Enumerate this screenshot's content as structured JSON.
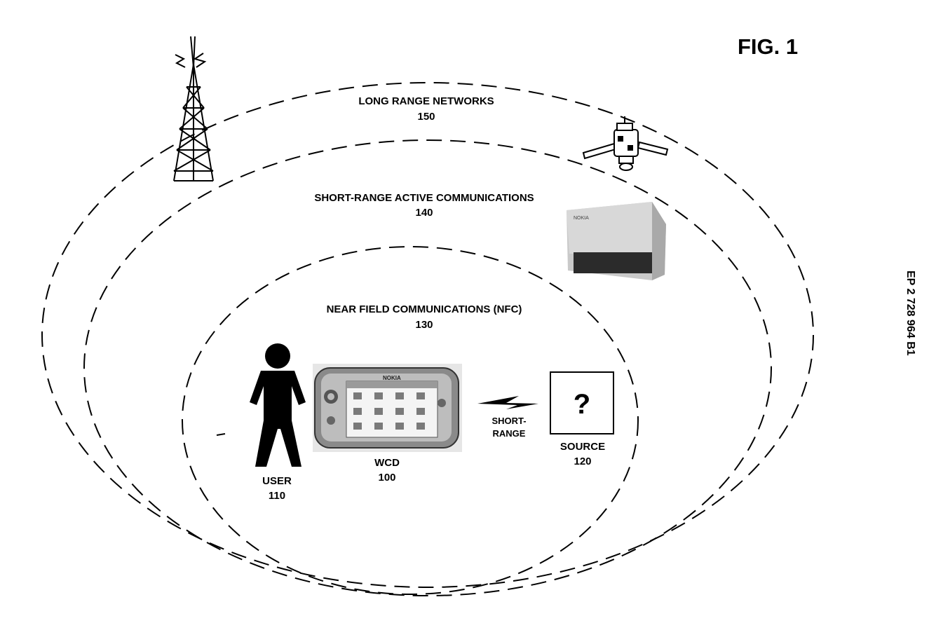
{
  "figure_label": "FIG. 1",
  "patent_number": "EP 2 728 964 B1",
  "zones": {
    "long_range": {
      "title": "LONG RANGE NETWORKS",
      "ref": "150"
    },
    "short_range": {
      "title": "SHORT-RANGE ACTIVE COMMUNICATIONS",
      "ref": "140"
    },
    "nfc": {
      "title": "NEAR FIELD COMMUNICATIONS (NFC)",
      "ref": "130"
    }
  },
  "user": {
    "title": "USER",
    "ref": "110"
  },
  "wcd": {
    "title": "WCD",
    "ref": "100",
    "brand": "NOKIA"
  },
  "source": {
    "title": "SOURCE",
    "ref": "120",
    "symbol": "?"
  },
  "link": {
    "line1": "SHORT-",
    "line2": "RANGE"
  },
  "access_point": {
    "brand": "NOKIA"
  }
}
